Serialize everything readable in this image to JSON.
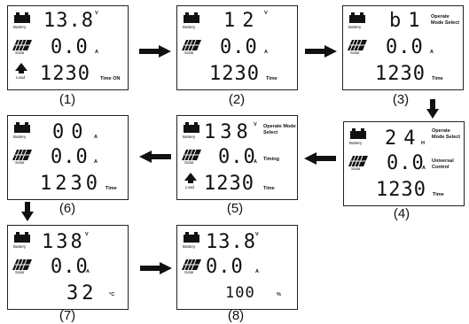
{
  "panels": [
    {
      "caption": "(1)",
      "r1": "13.8",
      "u1": "V",
      "r2": "0.0",
      "u2": "A",
      "r3": "1230",
      "u3": "Time ON",
      "battery": "Battery",
      "solar": "Solar",
      "load": "Load",
      "side": ""
    },
    {
      "caption": "(2)",
      "r1": "12",
      "u1": "V",
      "r2": "0.0",
      "u2": "A",
      "r3": "1230",
      "u3": "Time",
      "battery": "Battery",
      "solar": "Solar",
      "load": "",
      "side": ""
    },
    {
      "caption": "(3)",
      "r1": "b1",
      "u1": "",
      "r2": "0.0",
      "u2": "A",
      "r3": "1230",
      "u3": "Time",
      "battery": "Battery",
      "solar": "Solar",
      "load": "",
      "side": "Operate Mode\nSelect"
    },
    {
      "caption": "(4)",
      "r1": "24",
      "u1": "H",
      "r2": "0.0",
      "u2": "A",
      "r3": "1230",
      "u3": "Time",
      "battery": "Battery",
      "solar": "Solar",
      "load": "",
      "side": "Operate Mode\nSelect",
      "side2": "Universal Control"
    },
    {
      "caption": "(5)",
      "r1": "138",
      "u1": "V",
      "r2": "0.0",
      "u2": "A",
      "r3": "1230",
      "u3": "Time",
      "battery": "Battery",
      "solar": "Solar",
      "load": "Load",
      "side": "Operate Mode\nSelect",
      "side2": "Timing"
    },
    {
      "caption": "(6)",
      "r1": "00",
      "u1": "A",
      "r2": "0.0",
      "u2": "A",
      "r3": "1230",
      "u3": "Time",
      "battery": "Battery",
      "solar": "Solar",
      "load": "",
      "side": ""
    },
    {
      "caption": "(7)",
      "r1": "138",
      "u1": "V",
      "r2": "0.0",
      "u2": "A",
      "r3": "32",
      "u3": "°C",
      "battery": "Battery",
      "solar": "Solar",
      "load": "",
      "side": ""
    },
    {
      "caption": "(8)",
      "r1": "13.8",
      "u1": "V",
      "r2": "0.0",
      "u2": "A",
      "r3": "100",
      "u3": "%",
      "battery": "Battery",
      "solar": "Solar",
      "load": "",
      "side": ""
    }
  ]
}
